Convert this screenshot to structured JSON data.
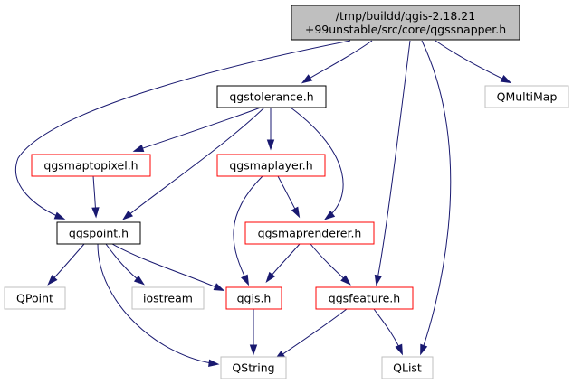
{
  "graph": {
    "nodes": [
      {
        "id": "root",
        "lines": [
          "/tmp/buildd/qgis-2.18.21",
          "+99unstable/src/core/qgssnapper.h"
        ],
        "style": "root"
      },
      {
        "id": "qgstolerance",
        "lines": [
          "qgstolerance.h"
        ],
        "style": "black"
      },
      {
        "id": "qmultimap",
        "lines": [
          "QMultiMap"
        ],
        "style": "gray"
      },
      {
        "id": "qgsmaptopixel",
        "lines": [
          "qgsmaptopixel.h"
        ],
        "style": "red"
      },
      {
        "id": "qgsmaplayer",
        "lines": [
          "qgsmaplayer.h"
        ],
        "style": "red"
      },
      {
        "id": "qgspoint",
        "lines": [
          "qgspoint.h"
        ],
        "style": "black"
      },
      {
        "id": "qgsmaprenderer",
        "lines": [
          "qgsmaprenderer.h"
        ],
        "style": "red"
      },
      {
        "id": "qpoint",
        "lines": [
          "QPoint"
        ],
        "style": "gray"
      },
      {
        "id": "iostream",
        "lines": [
          "iostream"
        ],
        "style": "gray"
      },
      {
        "id": "qgis",
        "lines": [
          "qgis.h"
        ],
        "style": "red"
      },
      {
        "id": "qgsfeature",
        "lines": [
          "qgsfeature.h"
        ],
        "style": "red"
      },
      {
        "id": "qstring",
        "lines": [
          "QString"
        ],
        "style": "gray"
      },
      {
        "id": "qlist",
        "lines": [
          "QList"
        ],
        "style": "gray"
      }
    ],
    "edges": [
      {
        "from": "root",
        "to": "qgstolerance"
      },
      {
        "from": "root",
        "to": "qmultimap"
      },
      {
        "from": "root",
        "to": "qgspoint"
      },
      {
        "from": "root",
        "to": "qgsfeature"
      },
      {
        "from": "root",
        "to": "qlist"
      },
      {
        "from": "qgstolerance",
        "to": "qgsmaptopixel"
      },
      {
        "from": "qgstolerance",
        "to": "qgsmaplayer"
      },
      {
        "from": "qgstolerance",
        "to": "qgspoint"
      },
      {
        "from": "qgstolerance",
        "to": "qgsmaprenderer"
      },
      {
        "from": "qgsmaptopixel",
        "to": "qgspoint"
      },
      {
        "from": "qgsmaplayer",
        "to": "qgsmaprenderer"
      },
      {
        "from": "qgsmaplayer",
        "to": "qgis"
      },
      {
        "from": "qgspoint",
        "to": "qpoint"
      },
      {
        "from": "qgspoint",
        "to": "iostream"
      },
      {
        "from": "qgspoint",
        "to": "qgis"
      },
      {
        "from": "qgspoint",
        "to": "qstring"
      },
      {
        "from": "qgsmaprenderer",
        "to": "qgis"
      },
      {
        "from": "qgsmaprenderer",
        "to": "qgsfeature"
      },
      {
        "from": "qgis",
        "to": "qstring"
      },
      {
        "from": "qgsfeature",
        "to": "qstring"
      },
      {
        "from": "qgsfeature",
        "to": "qlist"
      }
    ]
  },
  "colors": {
    "edge": "#191970",
    "root_fill": "#bfbfbf",
    "black_border": "#000000",
    "red_border": "#ff0000",
    "gray_border": "#bfbfbf",
    "node_fill": "#ffffff"
  }
}
